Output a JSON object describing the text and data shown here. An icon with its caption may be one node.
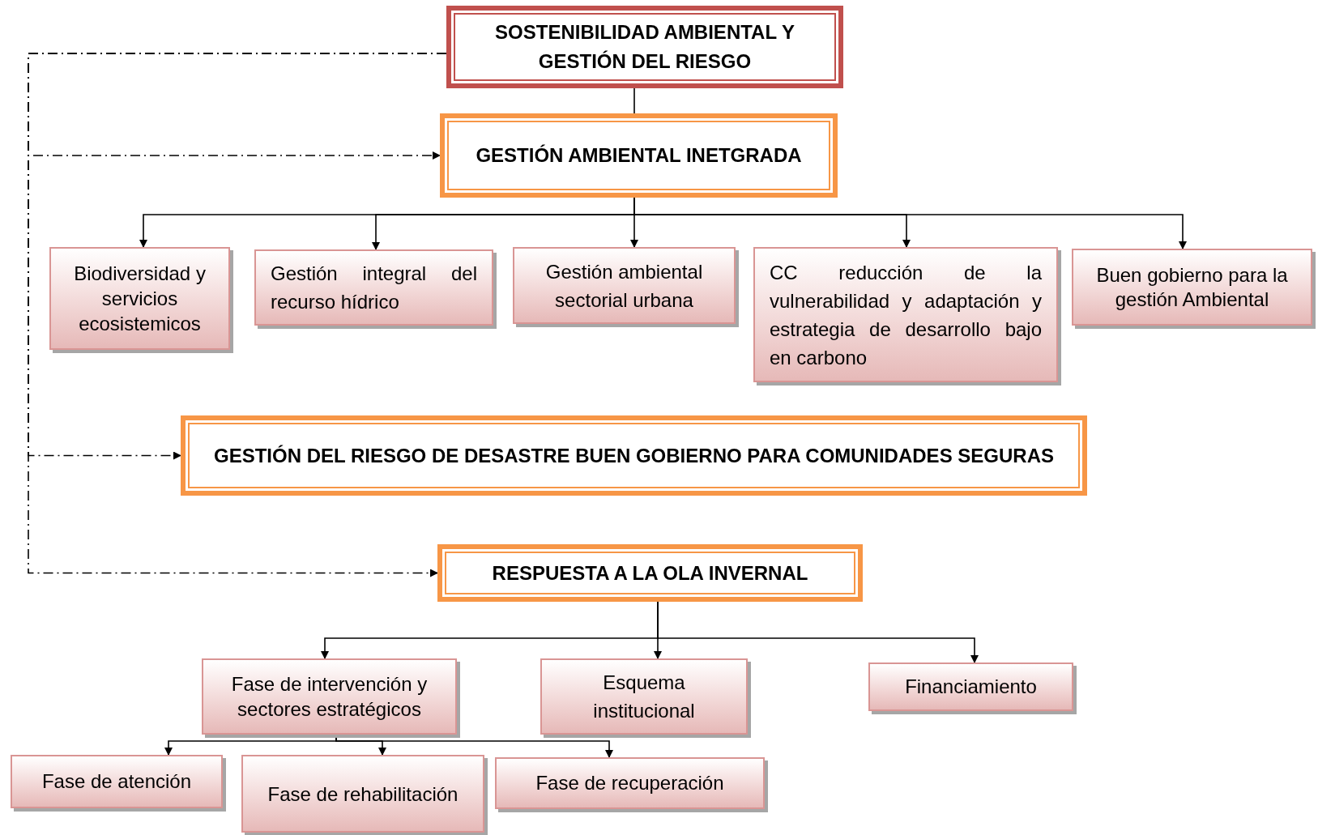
{
  "diagram": {
    "nodes": [
      {
        "text": [
          "SOSTENIBILIDAD AMBIENTAL Y GESTIÓN DEL RIESGO"
        ]
      },
      {
        "text": [
          "GESTIÓN AMBIENTAL INETGRADA"
        ]
      },
      {
        "text": [
          "Biodiversidad y servicios ecosistemicos"
        ]
      },
      {
        "text": [
          "Gestión integral del recurso hídrico"
        ]
      },
      {
        "text": [
          "Gestión ambiental sectorial urbana"
        ]
      },
      {
        "text": [
          "CC reducción de la vulnerabilidad y adaptación y estrategia de desarrollo bajo en carbono"
        ]
      },
      {
        "text": [
          "Buen gobierno para la gestión Ambiental"
        ]
      },
      {
        "text": [
          "GESTIÓN DEL RIESGO DE DESASTRE BUEN GOBIERNO PARA COMUNIDADES SEGURAS"
        ]
      },
      {
        "text": [
          "RESPUESTA A LA OLA INVERNAL"
        ]
      },
      {
        "text": [
          "Fase de intervención y sectores estratégicos"
        ]
      },
      {
        "text": [
          "Esquema institucional"
        ]
      },
      {
        "text": [
          "Financiamiento"
        ]
      },
      {
        "text": [
          "Fase de atención"
        ]
      },
      {
        "text": [
          "Fase de rehabilitación"
        ]
      },
      {
        "text": [
          "Fase de recuperación"
        ]
      }
    ],
    "edges": [
      {
        "from": 0,
        "to": 1,
        "arrow": "none"
      },
      {
        "from": 1,
        "to": 2,
        "arrow": "to"
      },
      {
        "from": 1,
        "to": 3,
        "arrow": "to"
      },
      {
        "from": 1,
        "to": 4,
        "arrow": "to"
      },
      {
        "from": 1,
        "to": 5,
        "arrow": "to"
      },
      {
        "from": 1,
        "to": 6,
        "arrow": "to"
      },
      {
        "from": 0,
        "to": 1,
        "arrow": "to",
        "style": "dashed"
      },
      {
        "from": 0,
        "to": 7,
        "arrow": "to",
        "style": "dashed"
      },
      {
        "from": 0,
        "to": 8,
        "arrow": "to",
        "style": "dashed"
      },
      {
        "from": 8,
        "to": 9,
        "arrow": "to"
      },
      {
        "from": 8,
        "to": 10,
        "arrow": "to"
      },
      {
        "from": 8,
        "to": 11,
        "arrow": "to"
      },
      {
        "from": 9,
        "to": 12,
        "arrow": "to"
      },
      {
        "from": 9,
        "to": 13,
        "arrow": "to"
      },
      {
        "from": 9,
        "to": 14,
        "arrow": "to"
      }
    ]
  }
}
